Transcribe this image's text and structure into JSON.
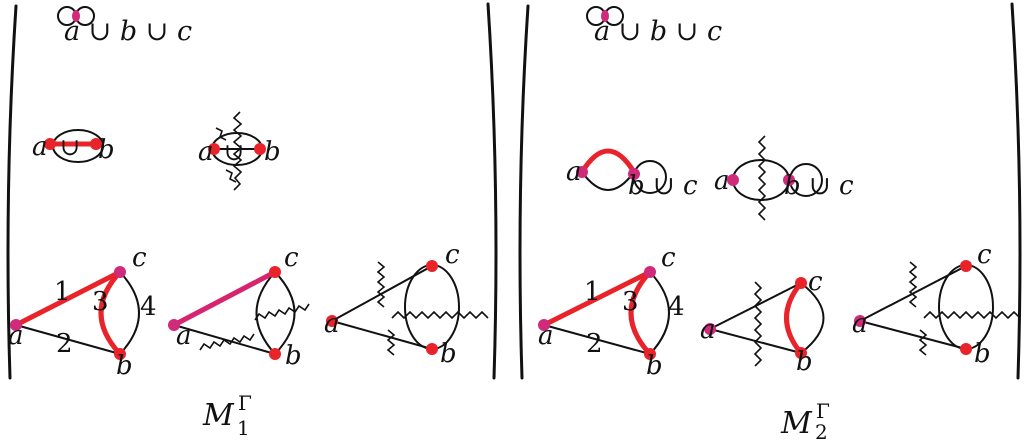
{
  "panels": [
    {
      "row1_label": "a ∪ b ∪ c",
      "row2_graph1_left": "a",
      "row2_graph1_mid": "∪",
      "row2_graph1_right": "b",
      "row2_graph2_left": "a",
      "row2_graph2_mid": "∪",
      "row2_graph2_right": "b",
      "tri_a": "a",
      "tri_b": "b",
      "tri_c": "c",
      "edge1": "1",
      "edge2": "2",
      "edge3": "3",
      "edge4": "4",
      "caption_base": "M",
      "caption_sup": "Γ",
      "caption_sub": "1"
    },
    {
      "row1_label": "a ∪ b ∪ c",
      "row2_graph1_left": "a",
      "row2_graph1_right": "b ∪ c",
      "row2_graph2_left": "a",
      "row2_graph2_right": "b ∪ c",
      "tri_a": "a",
      "tri_b": "b",
      "tri_c": "c",
      "edge1": "1",
      "edge2": "2",
      "edge3": "3",
      "edge4": "4",
      "caption_base": "M",
      "caption_sup": "Γ",
      "caption_sub": "2"
    }
  ],
  "colors": {
    "highlight_red": "#e8232a",
    "highlight_magenta": "#d6246e",
    "vertex_magenta": "#d02a7a",
    "ink": "#111111"
  }
}
